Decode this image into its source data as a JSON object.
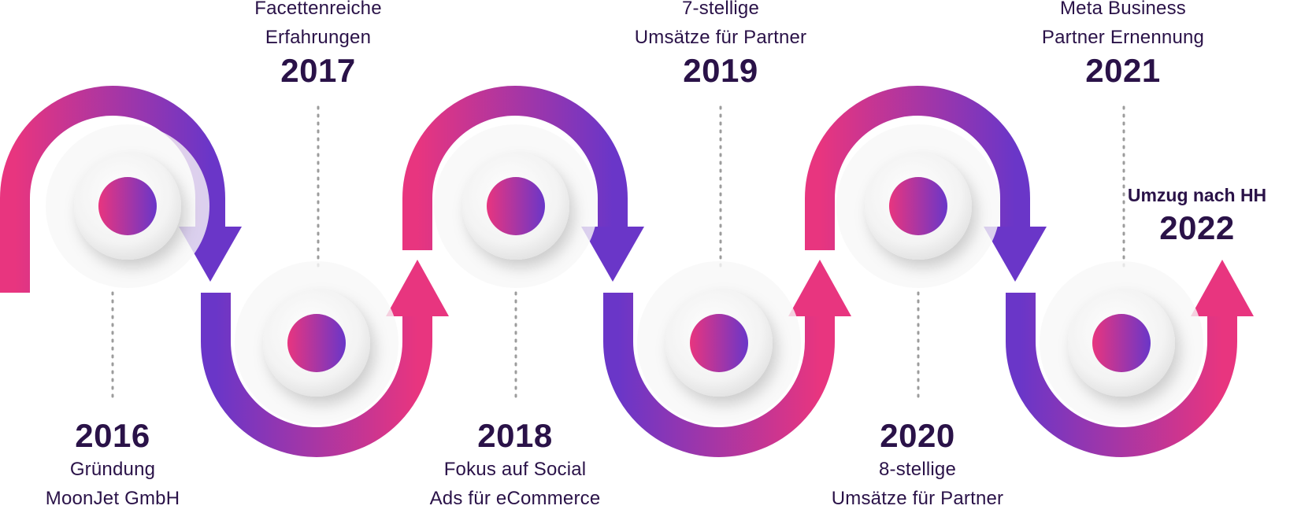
{
  "colors": {
    "gradient_pink": "#e8357f",
    "gradient_purple": "#6a36c8",
    "text_dark": "#2a1248",
    "dots": "#9c9c9c",
    "ring_light": "#f4f4f4"
  },
  "milestones": [
    {
      "year": "2016",
      "lines": [
        "Gründung",
        "MoonJet GmbH"
      ]
    },
    {
      "year": "2017",
      "lines": [
        "Facettenreiche",
        "Erfahrungen"
      ]
    },
    {
      "year": "2018",
      "lines": [
        "Fokus auf Social",
        "Ads für eCommerce"
      ]
    },
    {
      "year": "2019",
      "lines": [
        "7-stellige",
        "Umsätze für Partner"
      ]
    },
    {
      "year": "2020",
      "lines": [
        "8-stellige",
        "Umsätze für Partner"
      ]
    },
    {
      "year": "2021",
      "lines": [
        "Meta Business",
        "Partner Ernennung"
      ]
    },
    {
      "year": "2022",
      "lines": [
        "Umzug nach HH"
      ]
    }
  ]
}
